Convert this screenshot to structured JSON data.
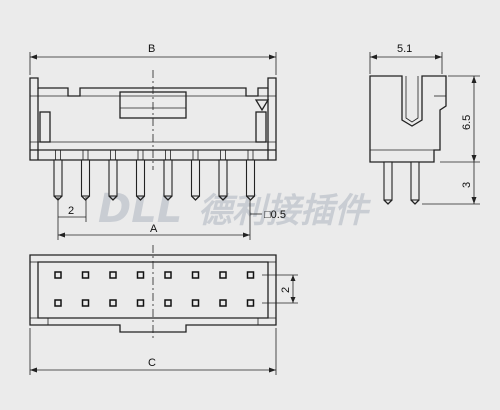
{
  "dimensions": {
    "B": "B",
    "A": "A",
    "C": "C",
    "width_side": "5.1",
    "height_side": "6.5",
    "pin_length": "3",
    "pitch": "2",
    "pin_size": "□0.5",
    "row_pitch": "2"
  },
  "watermark": {
    "latin": "DLL",
    "chinese": "德利接插件"
  },
  "connector": {
    "pins_per_row": 8,
    "rows": 2
  }
}
